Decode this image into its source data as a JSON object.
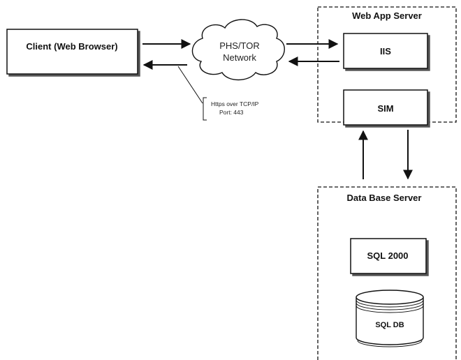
{
  "client": {
    "label": "Client (Web Browser)"
  },
  "network": {
    "line1": "PHS/TOR",
    "line2": "Network"
  },
  "protocol_note": {
    "line1": "Https over TCP/IP",
    "line2": "Port: 443"
  },
  "web_app_server": {
    "title": "Web App Server",
    "iis_label": "IIS",
    "sim_label": "SIM"
  },
  "database_server": {
    "title": "Data Base Server",
    "sql_label": "SQL 2000",
    "db_label": "SQL DB"
  }
}
